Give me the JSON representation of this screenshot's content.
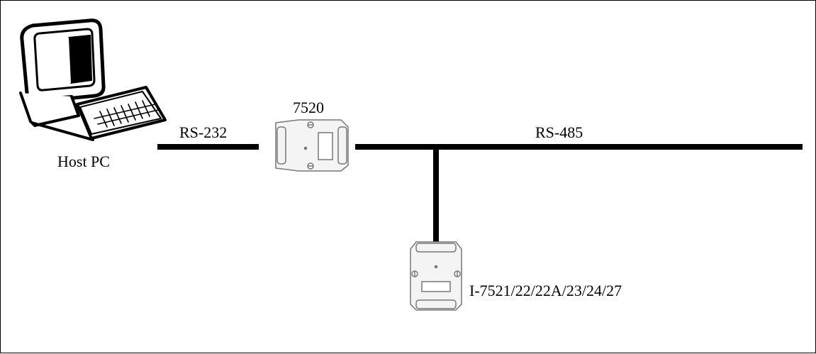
{
  "labels": {
    "host_pc": "Host PC",
    "rs232": "RS-232",
    "converter": "7520",
    "rs485": "RS-485",
    "device": "I-7521/22/22A/23/24/27"
  },
  "colors": {
    "line": "#000000",
    "module_fill": "#f4f4f4",
    "module_stroke": "#777777",
    "background": "#ffffff"
  }
}
